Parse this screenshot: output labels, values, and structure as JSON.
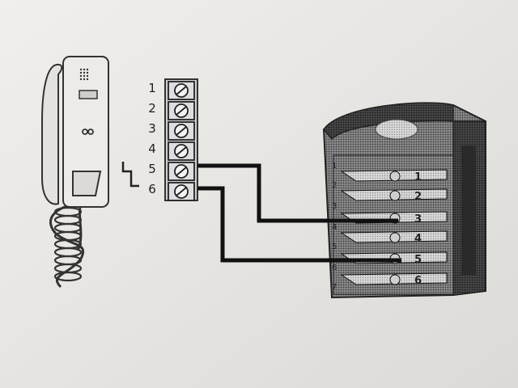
{
  "diagram": {
    "terminal_labels": [
      "1",
      "2",
      "3",
      "4",
      "5",
      "6"
    ],
    "panel_numbers": [
      "1",
      "2",
      "3",
      "4",
      "5",
      "6"
    ],
    "panel_side_numbers": [
      "1",
      "2",
      "3",
      "4",
      "5",
      "6",
      "7"
    ],
    "connections": [
      {
        "from_terminal": "5",
        "to_panel": "3"
      },
      {
        "from_terminal": "6",
        "to_panel": "5"
      }
    ]
  }
}
